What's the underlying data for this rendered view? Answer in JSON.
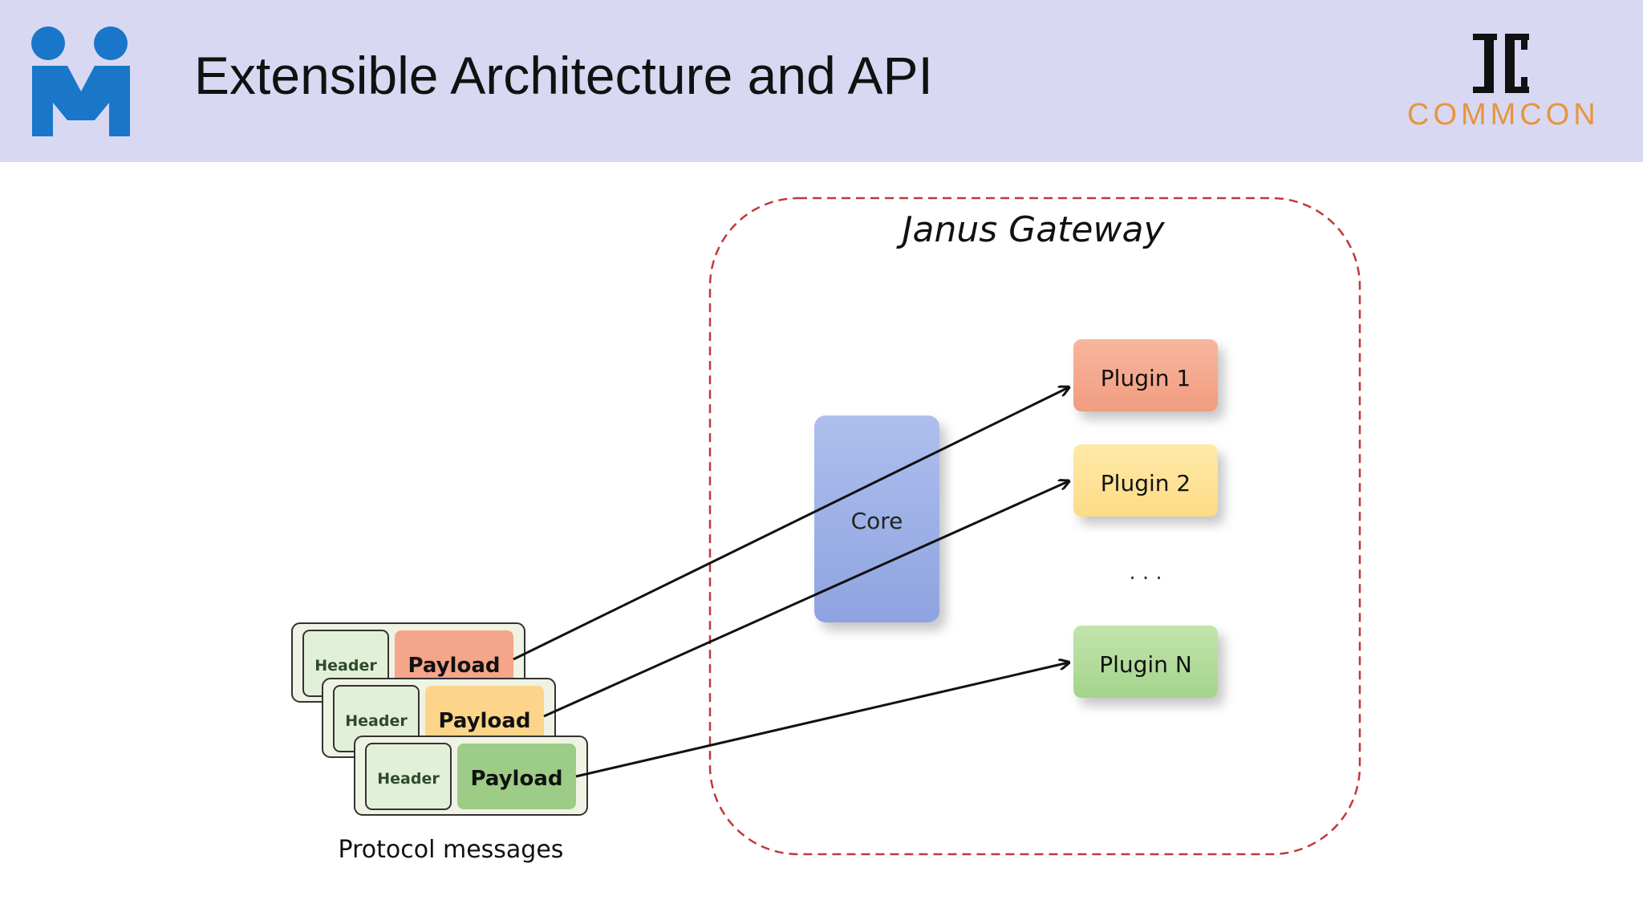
{
  "slide": {
    "title": "Extensible Architecture and API"
  },
  "logos": {
    "left_icon": "meetecho-logo-icon",
    "right_text": "COMMCON"
  },
  "gateway": {
    "label": "Janus Gateway",
    "core_label": "Core",
    "plugins": [
      {
        "label": "Plugin 1",
        "color": "#f5a58a"
      },
      {
        "label": "Plugin 2",
        "color": "#fde39a"
      },
      {
        "label": "Plugin N",
        "color": "#b3db9a"
      }
    ],
    "ellipsis": ". . ."
  },
  "messages": {
    "caption": "Protocol messages",
    "items": [
      {
        "header": "Header",
        "payload": "Payload",
        "payload_color": "#f5a58a"
      },
      {
        "header": "Header",
        "payload": "Payload",
        "payload_color": "#fdd58a"
      },
      {
        "header": "Header",
        "payload": "Payload",
        "payload_color": "#9ccc85"
      }
    ]
  },
  "colors": {
    "header_band": "#d8d8f2",
    "dashed_border": "#c0393b",
    "core": "#9aaee6",
    "brand_blue": "#1976c9",
    "brand_orange": "#e8953e"
  }
}
